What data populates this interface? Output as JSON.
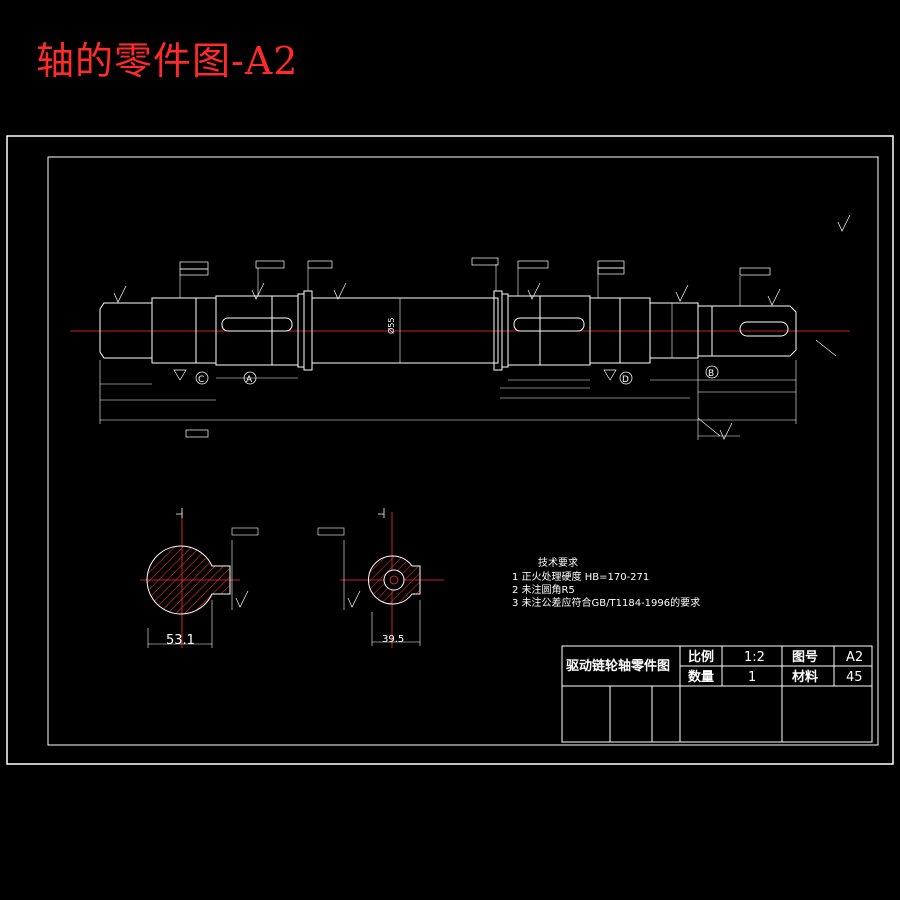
{
  "title": "轴的零件图-A2",
  "shaft_diameter_label": "Ø55",
  "datum_labels": [
    "A",
    "B",
    "C",
    "D"
  ],
  "technical_requirements": {
    "heading": "技术要求",
    "items": [
      "1 正火处理硬度 HB=170-271",
      "2 未注圆角R5",
      "3 未注公差应符合GB/T1184-1996的要求"
    ]
  },
  "section_dims": {
    "left": "53.1",
    "right": "39.5"
  },
  "title_block": {
    "part_name": "驱动链轮轴零件图",
    "scale_label": "比例",
    "scale_value": "1:2",
    "drawing_no_label": "图号",
    "drawing_no_value": "A2",
    "quantity_label": "数量",
    "quantity_value": "1",
    "material_label": "材料",
    "material_value": "45"
  },
  "colors": {
    "line": "#ffffff",
    "centerline": "#ff3030",
    "hatch": "#ff3030",
    "title": "#ff2a2a"
  }
}
